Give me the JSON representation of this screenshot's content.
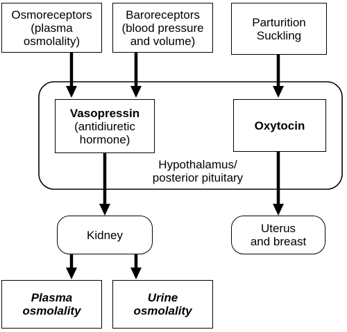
{
  "diagram": {
    "inputs": {
      "osmoreceptors": [
        "Osmoreceptors",
        "(plasma",
        "osmolality)"
      ],
      "baroreceptors": [
        "Baroreceptors",
        "(blood pressure",
        "and volume)"
      ],
      "parturition": [
        "Parturition",
        "Suckling"
      ]
    },
    "hormones": {
      "vasopressin_name": "Vasopressin",
      "vasopressin_detail": [
        "(antidiuretic",
        "hormone)"
      ],
      "oxytocin": "Oxytocin"
    },
    "region_label": [
      "Hypothalamus/",
      "posterior pituitary"
    ],
    "targets": {
      "kidney": "Kidney",
      "uterus": [
        "Uterus",
        "and breast"
      ]
    },
    "outputs": {
      "plasma": [
        "Plasma",
        "osmolality"
      ],
      "urine": [
        "Urine",
        "osmolality"
      ]
    }
  }
}
